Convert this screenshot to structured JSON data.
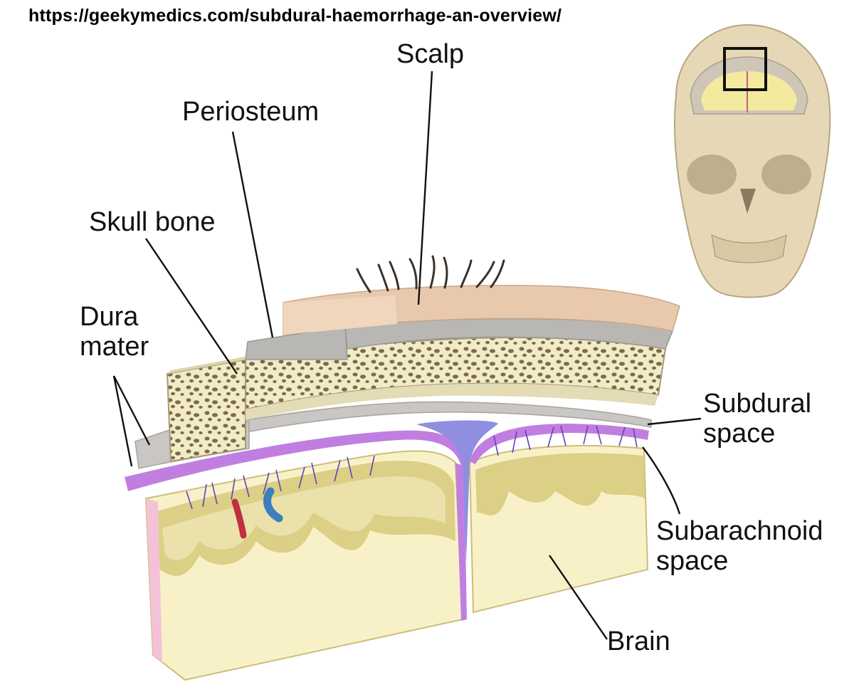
{
  "source_url": "https://geekymedics.com/subdural-haemorrhage-an-overview/",
  "labels": {
    "scalp": "Scalp",
    "periosteum": "Periosteum",
    "skull_bone": "Skull bone",
    "dura_line1": "Dura",
    "dura_line2": "mater",
    "subdural_line1": "Subdural",
    "subdural_line2": "space",
    "subarachnoid_line1": "Subarachnoid",
    "subarachnoid_line2": "space",
    "brain": "Brain"
  },
  "colors": {
    "scalp": "#e9c9ad",
    "periosteum": "#b9b7b4",
    "bone": "#f1ebc8",
    "bone_pores": "#7d6a48",
    "dura": "#c9c6c3",
    "arachnoid": "#c07fe0",
    "pia": "#f4c2d6",
    "subdural": "#8f8ee0",
    "grey_matter": "#dccf86",
    "white_matter": "#f8f1c8",
    "artery": "#c03040",
    "vein": "#3a7fbf"
  },
  "icons": {
    "skull_inset": "skull-icon"
  }
}
